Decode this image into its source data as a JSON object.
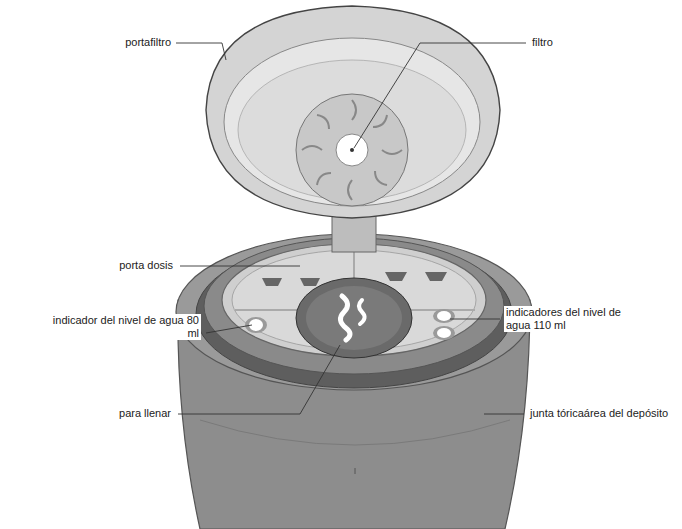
{
  "diagram": {
    "labels": [
      "portafiltro",
      "filtro",
      "porta dosis",
      "indicador del nivel de agua 80 ml",
      "indicadores del nivel de agua 110 ml",
      "para llenar",
      "junta tóricaárea del depósito"
    ]
  }
}
